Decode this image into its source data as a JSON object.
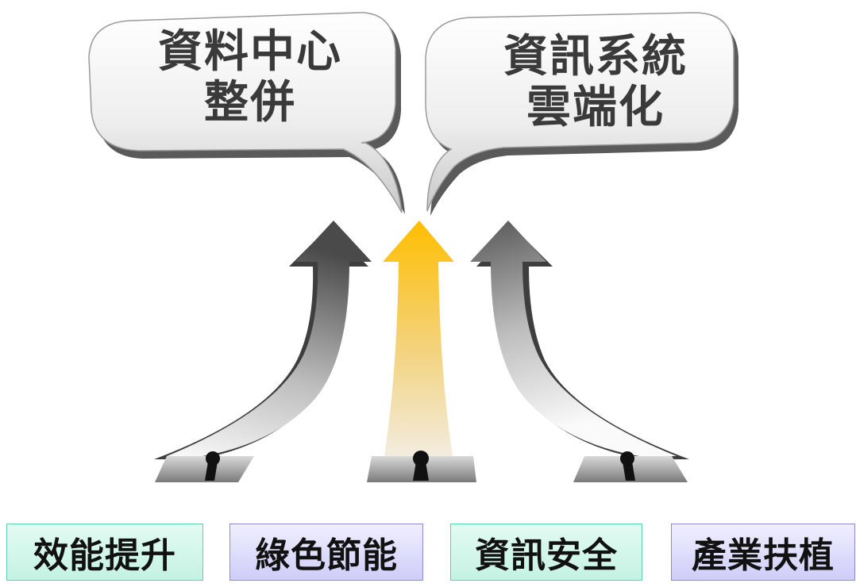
{
  "callouts": {
    "left": {
      "line1": "資料中心",
      "line2": "整併"
    },
    "right": {
      "line1": "資訊系統",
      "line2": "雲端化"
    }
  },
  "goals": [
    {
      "label": "效能提升",
      "color": "#c4f2e3"
    },
    {
      "label": "綠色節能",
      "color": "#cfcdf8"
    },
    {
      "label": "資訊安全",
      "color": "#c4f2e3"
    },
    {
      "label": "產業扶植",
      "color": "#cfcdf8"
    }
  ],
  "arrows": [
    {
      "id": "left",
      "color": "#6e6e6e"
    },
    {
      "id": "center",
      "color": "#f7c21b"
    },
    {
      "id": "right",
      "color": "#6e6e6e"
    }
  ]
}
